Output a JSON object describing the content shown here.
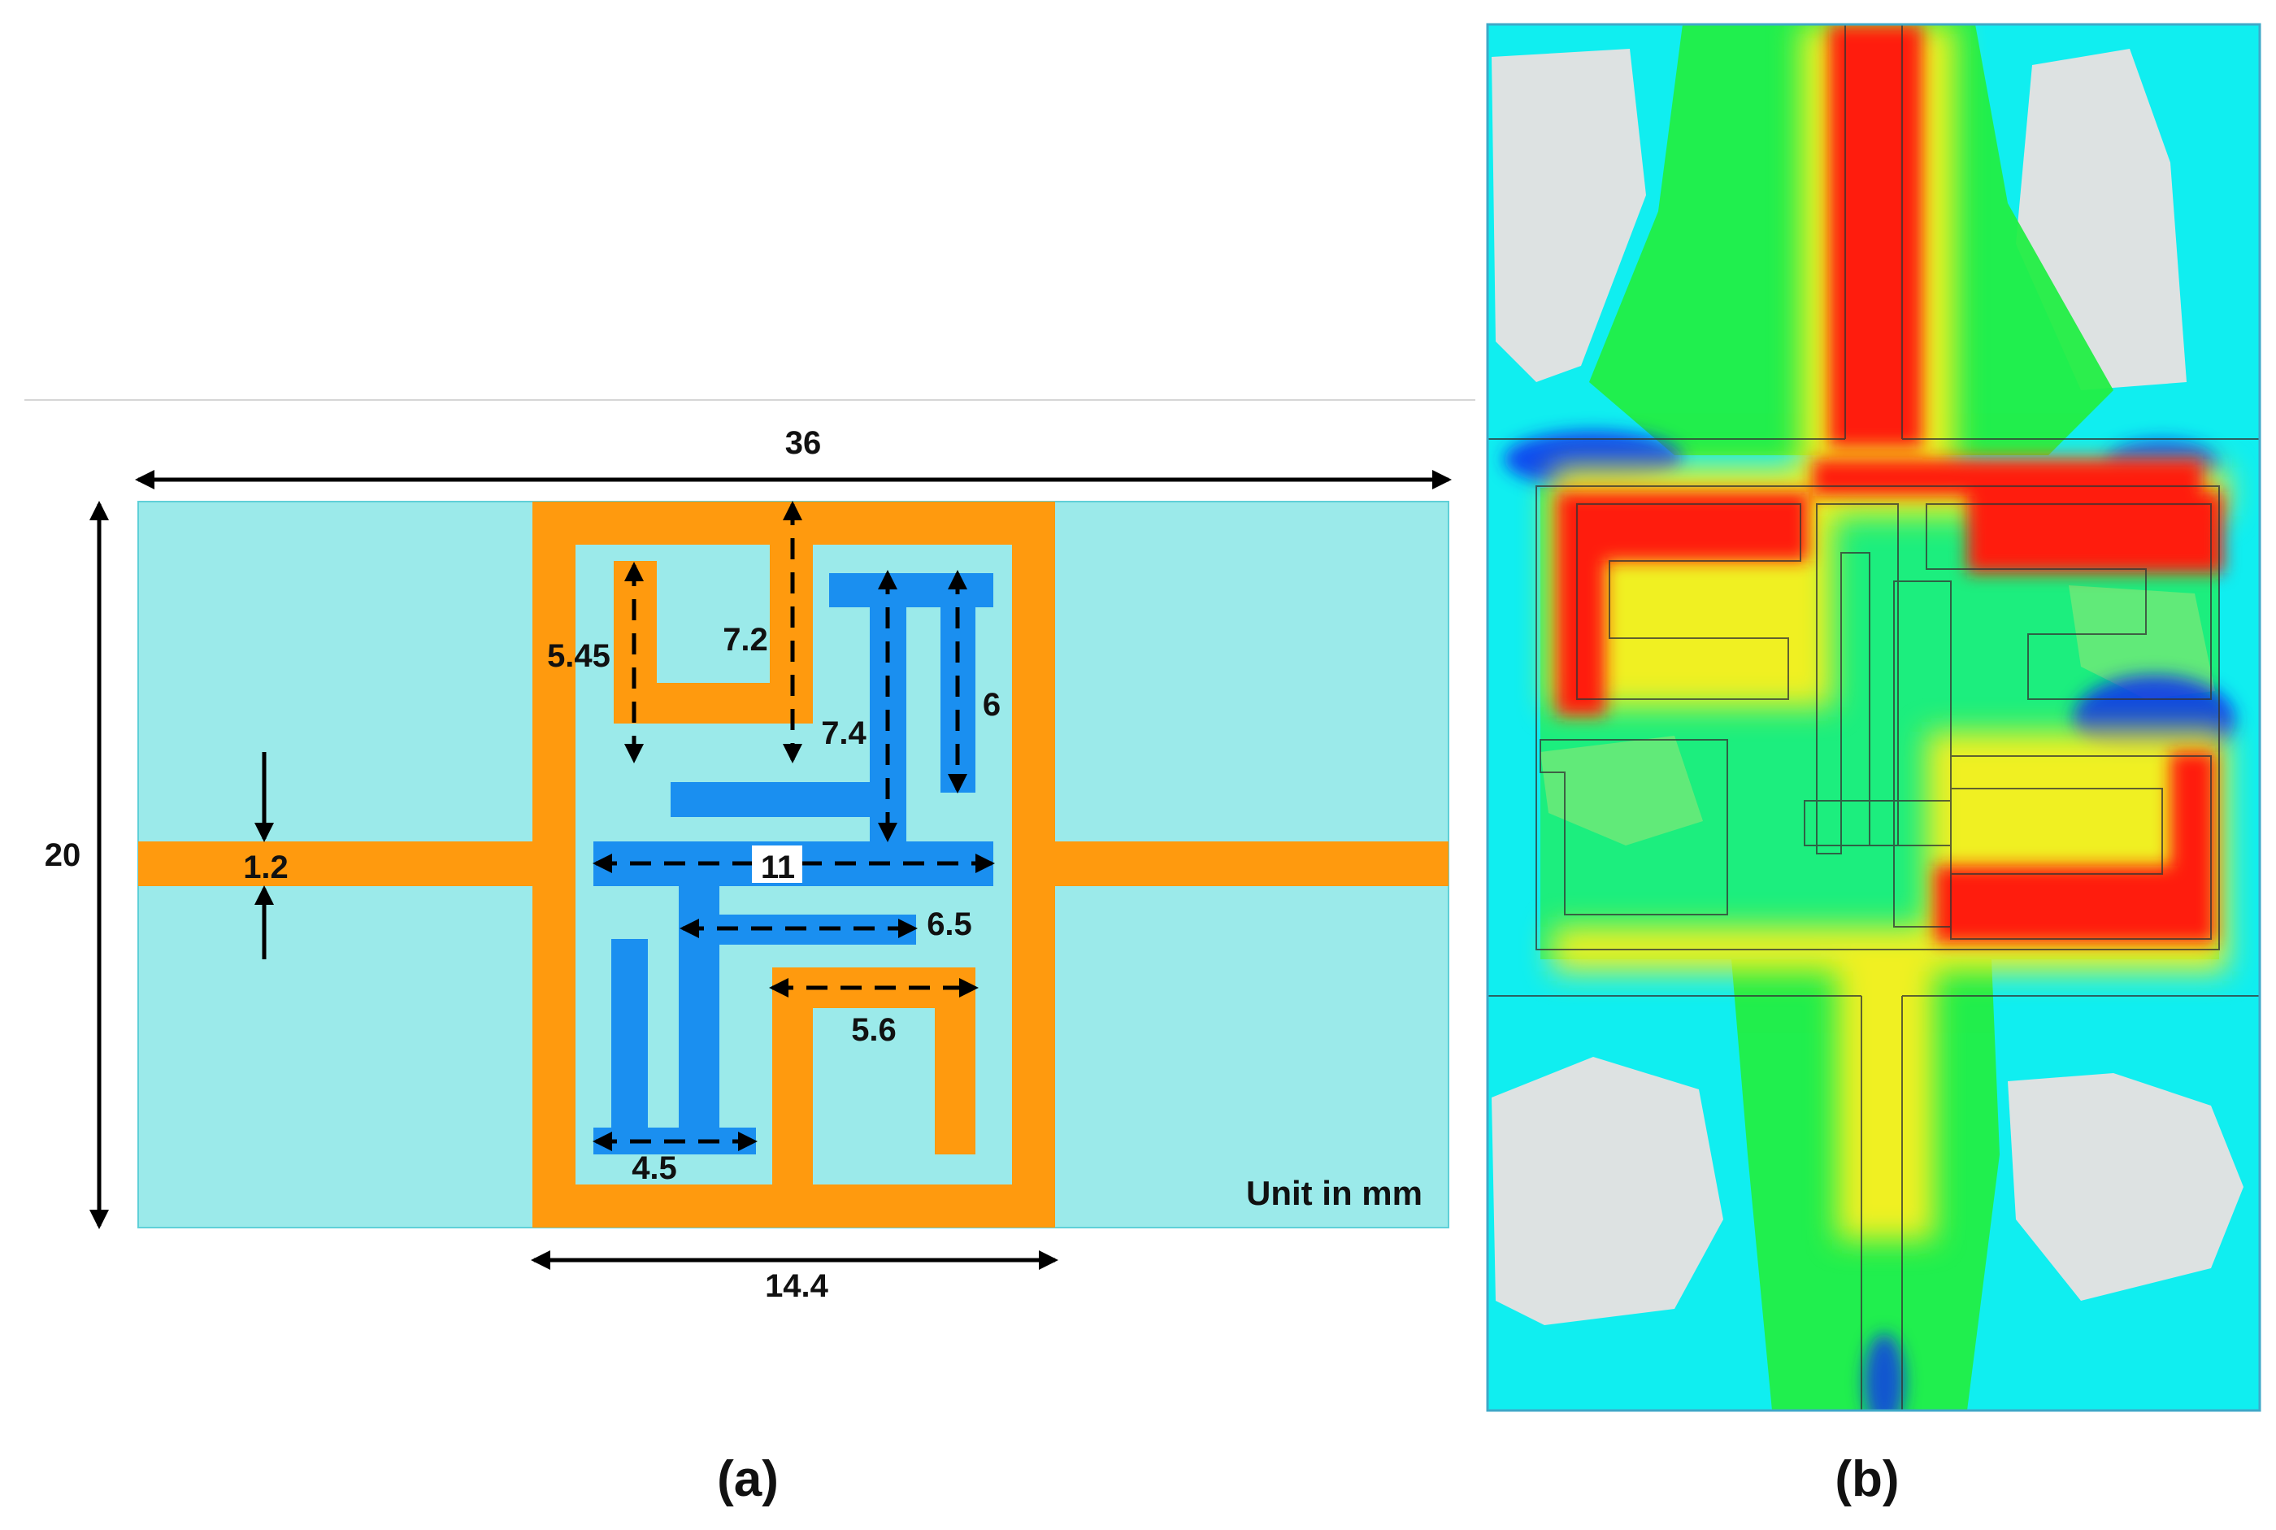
{
  "panel_a": {
    "label": "(a)",
    "unit_note": "Unit in mm",
    "dimensions": {
      "overall_width": "36",
      "overall_height": "20",
      "feed_width": "1.2",
      "loop_width": "14.4",
      "stub_5_45": "5.45",
      "stub_7_2": "7.2",
      "stub_7_4": "7.4",
      "stub_6": "6",
      "bar_11": "11",
      "bar_6_5": "6.5",
      "stub_5_6": "5.6",
      "bar_4_5": "4.5"
    }
  },
  "panel_b": {
    "label": "(b)"
  },
  "colors": {
    "substrate": "#9beaea",
    "orange_conductor": "#ff9a0e",
    "blue_conductor": "#1a8ff0",
    "heat_red": "#ff1a10",
    "heat_yellow": "#f0f020",
    "heat_green": "#22ee44",
    "heat_cyan": "#10f0f0",
    "heat_blue": "#1030f0",
    "heat_grey": "#dde2e2"
  }
}
